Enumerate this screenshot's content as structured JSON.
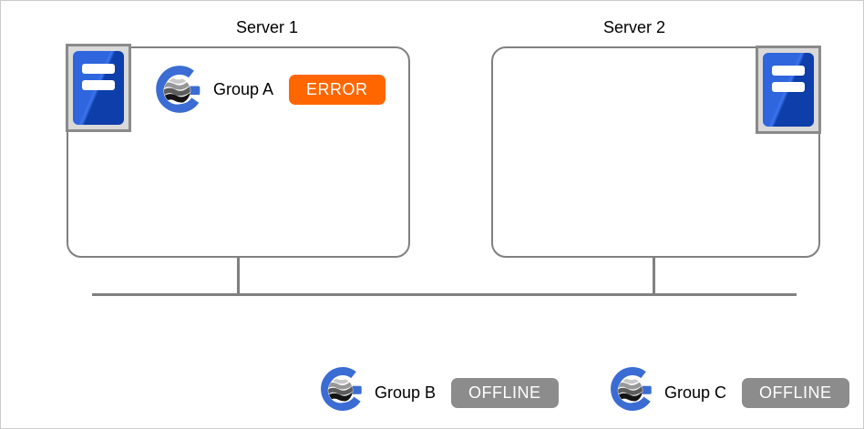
{
  "diagram": {
    "servers": [
      {
        "label": "Server 1",
        "groups": [
          {
            "name": "Group A",
            "status": "ERROR"
          }
        ]
      },
      {
        "label": "Server 2",
        "groups": []
      }
    ],
    "offline_groups": [
      {
        "name": "Group B",
        "status": "OFFLINE"
      },
      {
        "name": "Group C",
        "status": "OFFLINE"
      }
    ],
    "status_colors": {
      "error": "#FF6600",
      "offline": "#8C8C8C"
    },
    "style_colors": {
      "box_border": "#808080",
      "connector": "#808080",
      "rack_blue_light": "#2F65DD",
      "rack_blue_dark": "#0D3EA9",
      "rack_frame": "#D9D9D9",
      "group_ring_blue": "#3A6CD3"
    }
  }
}
